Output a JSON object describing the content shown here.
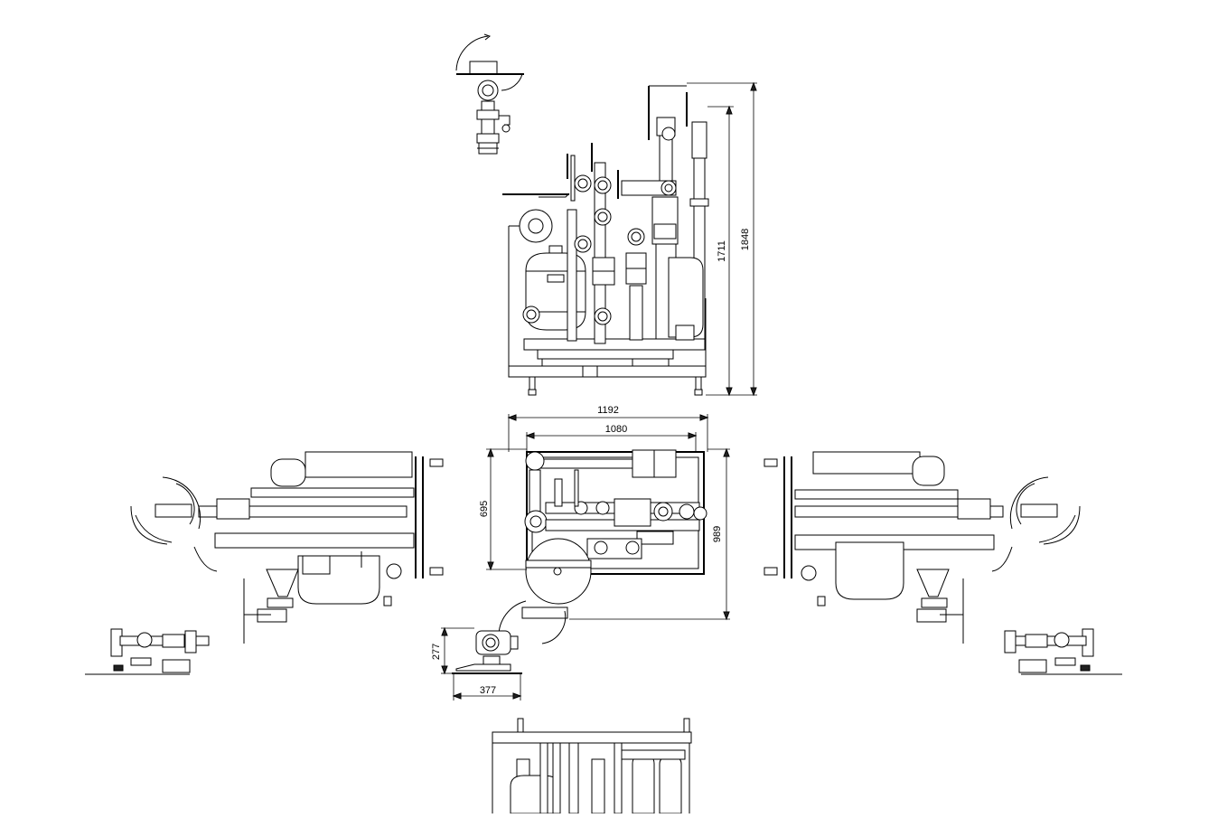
{
  "drawing": {
    "dimensions": {
      "height_outer": "1848",
      "height_inner": "1711",
      "width_outer": "1192",
      "width_inner": "1080",
      "depth_outer": "989",
      "depth_inner": "695",
      "detail_height": "277",
      "detail_width": "377"
    }
  }
}
